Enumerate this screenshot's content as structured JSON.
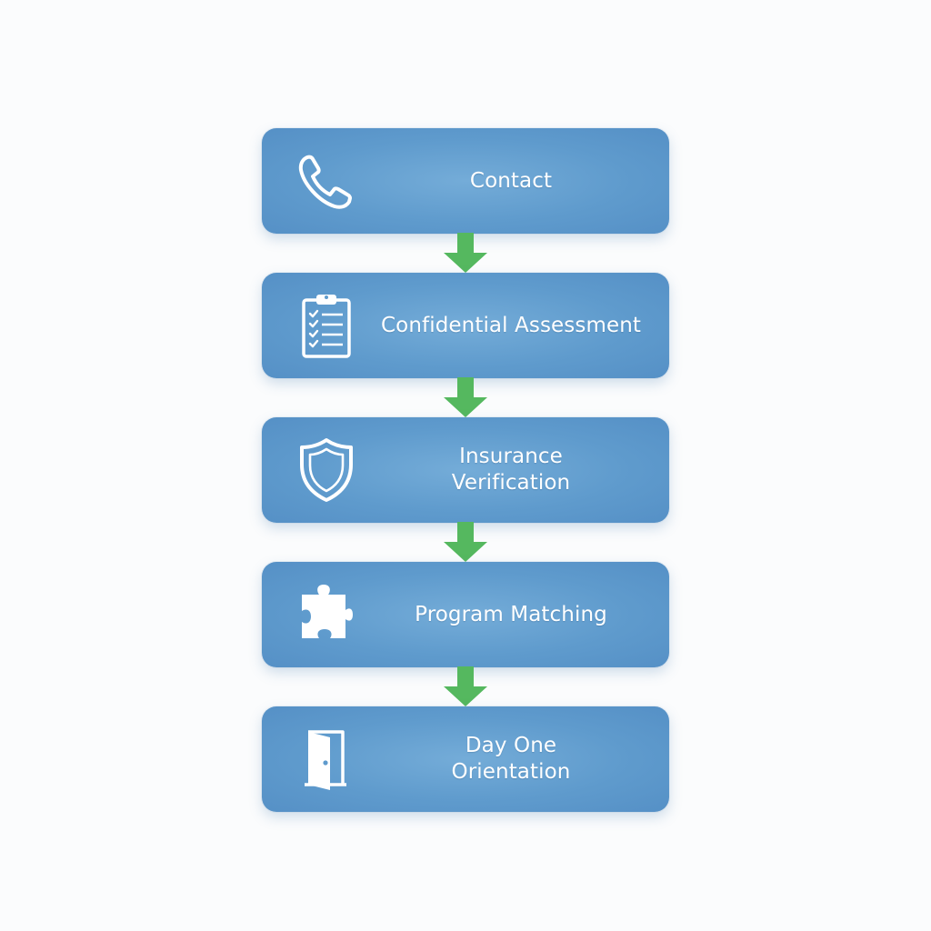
{
  "colors": {
    "box": "#5f9bcd",
    "box_highlight": "#74acd8",
    "text": "#ffffff",
    "arrow": "#55b85f",
    "background": "#fbfcfd"
  },
  "steps": [
    {
      "icon": "phone-icon",
      "label_lines": [
        "Contact"
      ]
    },
    {
      "icon": "clipboard-checklist-icon",
      "label_lines": [
        "Confidential Assessment"
      ]
    },
    {
      "icon": "shield-icon",
      "label_lines": [
        "Insurance",
        "Verification"
      ]
    },
    {
      "icon": "puzzle-piece-icon",
      "label_lines": [
        "Program Matching"
      ]
    },
    {
      "icon": "door-icon",
      "label_lines": [
        "Day One",
        "Orientation"
      ]
    }
  ]
}
